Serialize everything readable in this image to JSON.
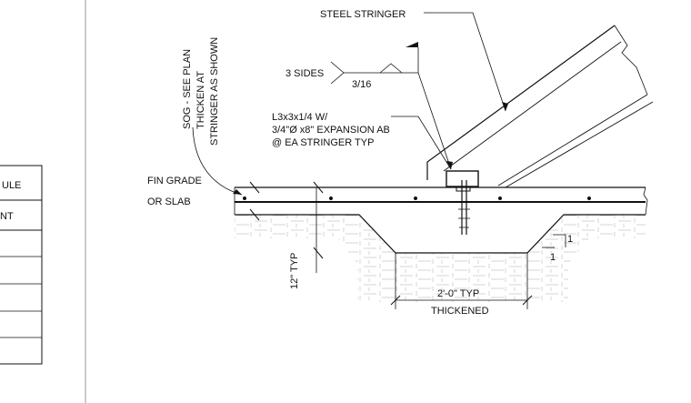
{
  "schedule": {
    "title_fragment": "ULE",
    "column_fragment": "NT"
  },
  "labels": {
    "steel_stringer": "STEEL STRINGER",
    "three_sides": "3 SIDES",
    "weld_size": "3/16",
    "sog_line1": "SOG - SEE PLAN",
    "sog_line2": "THICKEN AT",
    "sog_line3": "STRINGER AS SHOWN",
    "angle_line1": "L3x3x1/4 W/",
    "angle_line2": "3/4\"Ø x8\" EXPANSION AB",
    "angle_line3": "@ EA STRINGER TYP",
    "fin_grade": "FIN GRADE",
    "or_slab": "OR SLAB",
    "twelve_typ": "12\" TYP",
    "slope_rise": "1",
    "slope_run": "1",
    "two_ft_typ": "2'-0\" TYP",
    "thickened": "THICKENED"
  }
}
